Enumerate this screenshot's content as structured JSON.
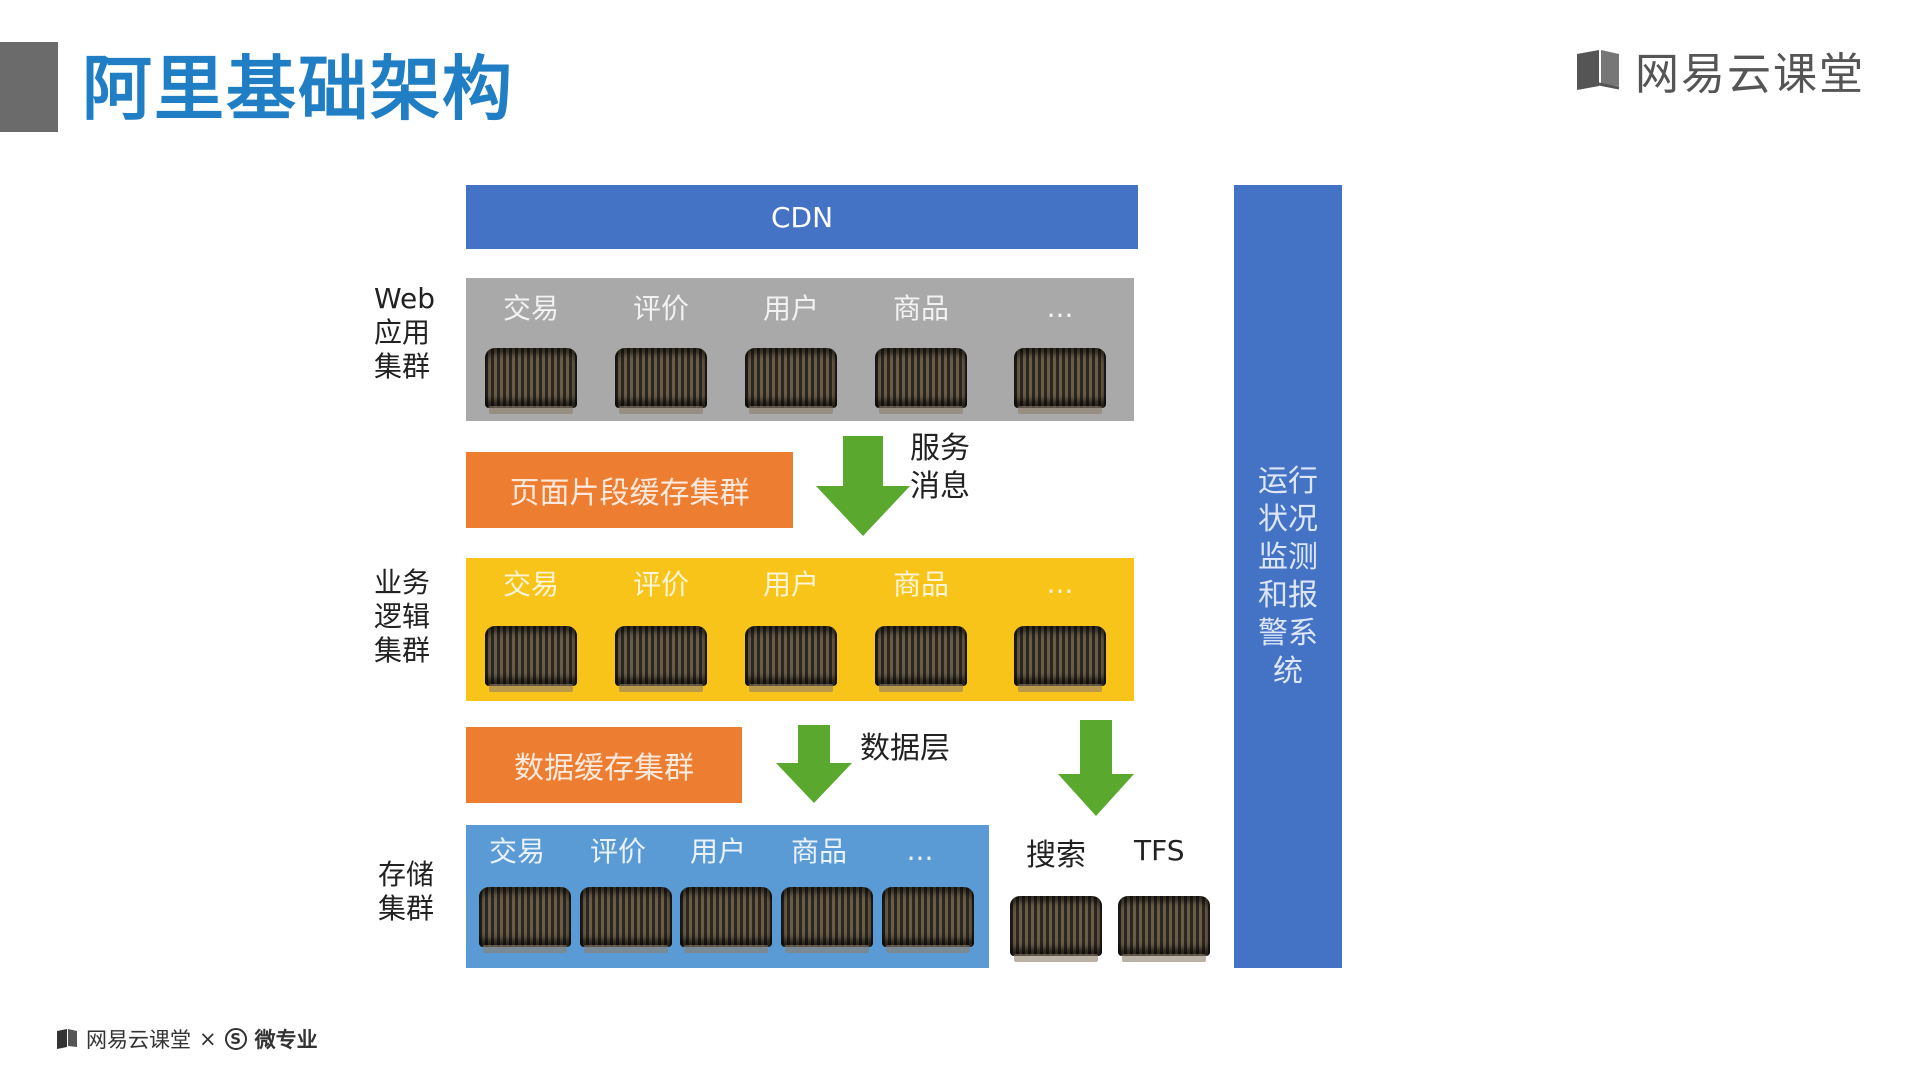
{
  "header": {
    "title": "阿里基础架构",
    "brand": "网易云课堂"
  },
  "cdn": {
    "label": "CDN"
  },
  "monitor": {
    "label": "运行状况监测和报警系统"
  },
  "web_cluster": {
    "side_label": "Web应用集群",
    "items": [
      "交易",
      "评价",
      "用户",
      "商品",
      "..."
    ]
  },
  "page_cache": {
    "label": "页面片段缓存集群"
  },
  "service_message": {
    "label": "服务消息"
  },
  "logic_cluster": {
    "side_label": "业务逻辑集群",
    "items": [
      "交易",
      "评价",
      "用户",
      "商品",
      "..."
    ]
  },
  "data_cache": {
    "label": "数据缓存集群"
  },
  "data_layer": {
    "label": "数据层"
  },
  "storage_cluster": {
    "side_label": "存储集群",
    "items": [
      "交易",
      "评价",
      "用户",
      "商品",
      "..."
    ]
  },
  "extra_storage": {
    "search": "搜索",
    "tfs": "TFS"
  },
  "footer": {
    "brand": "网易云课堂",
    "times": "×",
    "s_letter": "S",
    "pro": "微专业"
  },
  "colors": {
    "title_blue": "#1f7ec4",
    "cdn_blue": "#4472c4",
    "web_gray": "#a9a9a9",
    "logic_yellow": "#f8c41a",
    "storage_blue": "#5b9bd5",
    "cache_orange": "#ed7d31",
    "arrow_green": "#5aa82e"
  }
}
